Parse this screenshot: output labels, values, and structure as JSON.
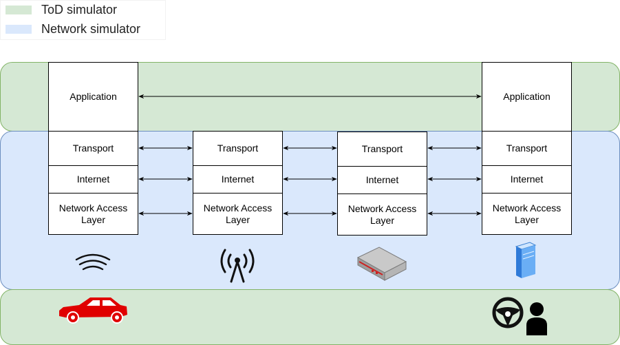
{
  "legend": {
    "items": [
      {
        "label": "ToD simulator",
        "color": "#d5e8d4"
      },
      {
        "label": "Network simulator",
        "color": "#dae8fc"
      }
    ]
  },
  "colors": {
    "tod_fill": "#d5e8d4",
    "tod_stroke": "#82b366",
    "net_fill": "#dae8fc",
    "net_stroke": "#6c8ebf",
    "vehicle": "#e00000"
  },
  "stacks": [
    {
      "id": "vehicle",
      "layers": [
        "Application",
        "Transport",
        "Internet",
        "Network Access Layer"
      ],
      "icon": "wifi-icon"
    },
    {
      "id": "base-station",
      "layers": [
        "Transport",
        "Internet",
        "Network Access Layer"
      ],
      "icon": "antenna-tower-icon"
    },
    {
      "id": "router",
      "layers": [
        "Transport",
        "Internet",
        "Network Access Layer"
      ],
      "icon": "router-icon"
    },
    {
      "id": "operator",
      "layers": [
        "Application",
        "Transport",
        "Internet",
        "Network Access Layer"
      ],
      "icon": "server-icon"
    }
  ],
  "endpoints": {
    "vehicle_icon": "car-icon",
    "operator_icons": [
      "steering-wheel-icon",
      "operator-person-icon"
    ]
  }
}
